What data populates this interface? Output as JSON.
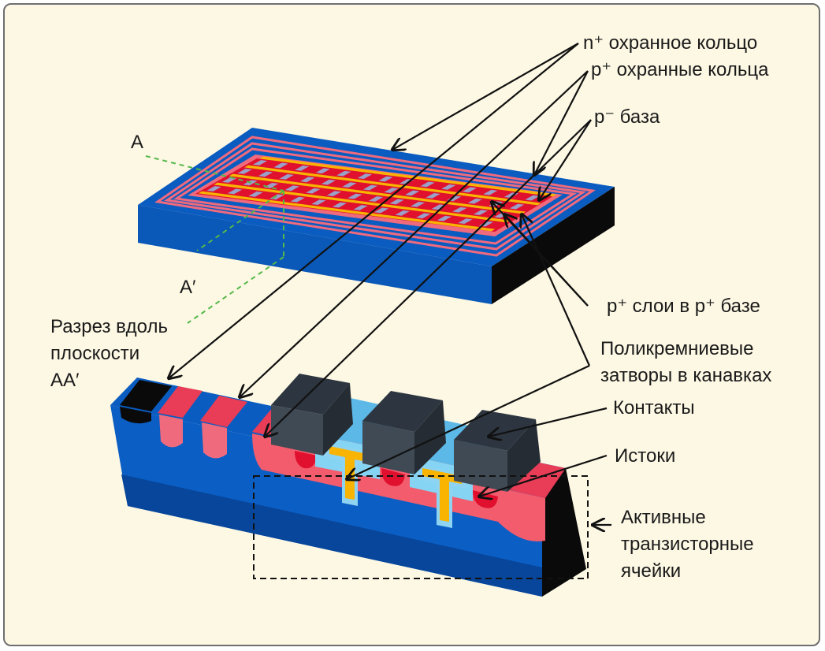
{
  "labels": {
    "n_ring": "n⁺ охранное кольцо",
    "p_rings": "p⁺ охранные кольца",
    "p_base": "p⁻ база",
    "p_layers": "p⁺ слои в p⁺ базе",
    "poly_1": "Поликремниевые",
    "poly_2": "затворы в канавках",
    "contacts": "Контакты",
    "sources": "Истоки",
    "active_1": "Активные",
    "active_2": "транзисторные",
    "active_3": "ячейки",
    "cut_1": "Разрез вдоль",
    "cut_2": "плоскости",
    "cut_3": "AA′",
    "point_a": "A",
    "point_a_prime": "A′"
  },
  "colors": {
    "substrate": "#0a5cc0",
    "substrate_dark": "#07469a",
    "side": "#0a0a0a",
    "ring": "#f06a7e",
    "base": "#f25c6d",
    "p_plus": "#e0102e",
    "gate": "#f8b400",
    "contact": "#3f4a55",
    "oxide": "#7fd0f2",
    "guide": "#55b84a"
  }
}
